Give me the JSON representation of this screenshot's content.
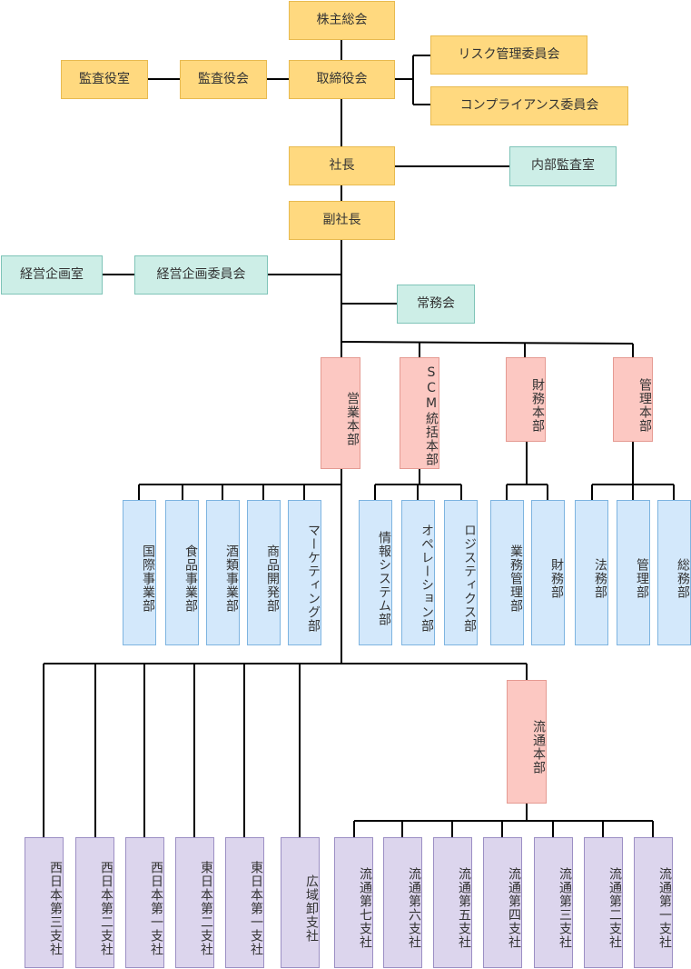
{
  "colors": {
    "executive": "#ffd97f",
    "staff": "#cdeee7",
    "division": "#fcc8c2",
    "department": "#d3e8fb",
    "branch": "#dcd5ed",
    "line": "#000000"
  },
  "nodes": {
    "shareholders": "株主総会",
    "auditor_office": "監査役室",
    "auditors": "監査役会",
    "board": "取締役会",
    "risk_committee": "リスク管理委員会",
    "compliance_committee": "コンプライアンス委員会",
    "president": "社長",
    "internal_audit": "内部監査室",
    "vice_president": "副社長",
    "planning_office": "経営企画室",
    "planning_committee": "経営企画委員会",
    "executive_committee": "常務会",
    "sales_hq": "営業本部",
    "scm_hq": "SCM統括本部",
    "finance_hq": "財務本部",
    "admin_hq": "管理本部",
    "international": "国際事業部",
    "food": "食品事業部",
    "liquor": "酒類事業部",
    "product_dev": "商品開発部",
    "marketing": "マーケティング部",
    "it_systems": "情報システム部",
    "operations": "オペレーション部",
    "logistics": "ロジスティクス部",
    "business_mgmt": "業務管理部",
    "finance_dept": "財務部",
    "legal": "法務部",
    "management": "管理部",
    "general_affairs": "総務部",
    "distribution_hq": "流通本部",
    "west_3": "西日本第三支社",
    "west_2": "西日本第二支社",
    "west_1": "西日本第一支社",
    "east_2": "東日本第二支社",
    "east_1": "東日本第一支社",
    "wholesale": "広域卸支社",
    "dist_7": "流通第七支社",
    "dist_6": "流通第六支社",
    "dist_5": "流通第五支社",
    "dist_4": "流通第四支社",
    "dist_3": "流通第三支社",
    "dist_2": "流通第二支社",
    "dist_1": "流通第一支社"
  }
}
